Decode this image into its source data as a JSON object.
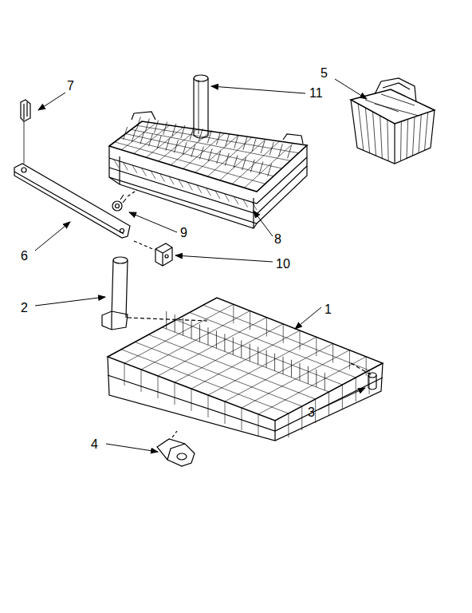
{
  "diagram": {
    "labels": [
      "5",
      "7",
      "11",
      "9",
      "8",
      "6",
      "10",
      "2",
      "1",
      "3",
      "4"
    ]
  }
}
